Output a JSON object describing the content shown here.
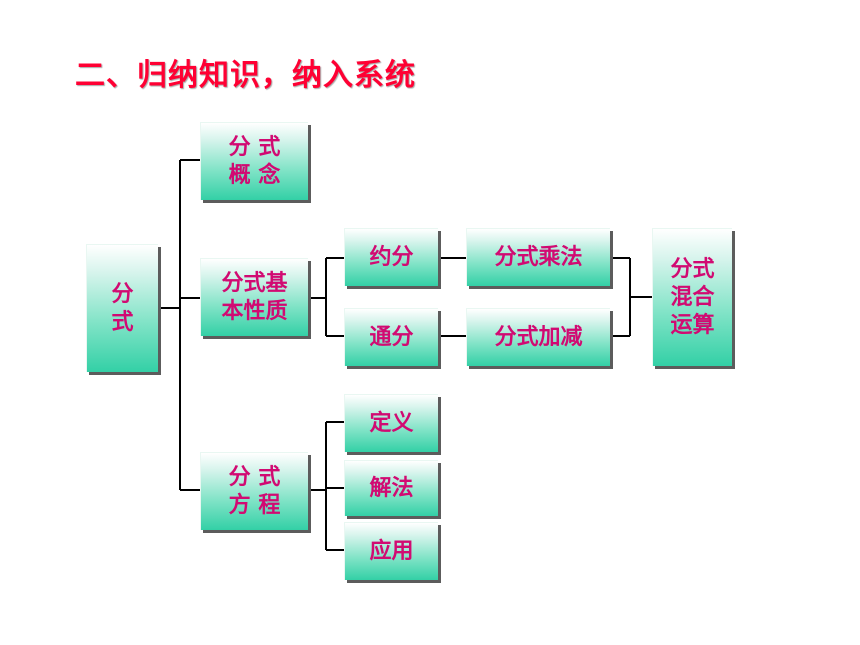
{
  "title": "二、归纳知识，纳入系统",
  "nodes": {
    "root": {
      "label": "分\n式"
    },
    "concept": {
      "label": "分 式\n概 念"
    },
    "property": {
      "label": "分式基\n本性质"
    },
    "equation": {
      "label": "分 式\n方 程"
    },
    "reduce": {
      "label": "约分"
    },
    "common": {
      "label": "通分"
    },
    "multiply": {
      "label": "分式乘法"
    },
    "addsub": {
      "label": "分式加减"
    },
    "mixed": {
      "label": "分式\n混合\n运算"
    },
    "definition": {
      "label": "定义"
    },
    "solution": {
      "label": "解法"
    },
    "application": {
      "label": "应用"
    }
  },
  "colors": {
    "title": "#ff0033",
    "node_text": "#d10a72",
    "node_fill": "#33d0a6",
    "line": "#000000"
  }
}
